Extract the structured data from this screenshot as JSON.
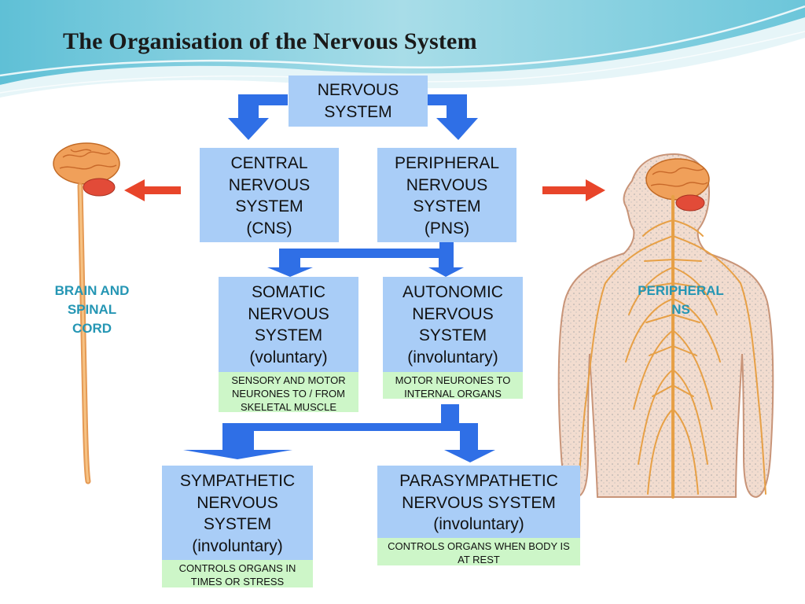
{
  "title": "The Organisation of the Nervous System",
  "boxes": {
    "nervous_system": [
      "NERVOUS",
      "SYSTEM"
    ],
    "cns": [
      "CENTRAL",
      "NERVOUS",
      "SYSTEM",
      "(CNS)"
    ],
    "pns": [
      "PERIPHERAL",
      "NERVOUS",
      "SYSTEM",
      "(PNS)"
    ],
    "somatic": [
      "SOMATIC",
      "NERVOUS",
      "SYSTEM",
      "(voluntary)"
    ],
    "autonomic": [
      "AUTONOMIC",
      "NERVOUS",
      "SYSTEM",
      "(involuntary)"
    ],
    "sympathetic": [
      "SYMPATHETIC",
      "NERVOUS",
      "SYSTEM",
      "(involuntary)"
    ],
    "parasympathetic": [
      "PARASYMPATHETIC",
      "NERVOUS SYSTEM",
      "(involuntary)"
    ]
  },
  "notes": {
    "somatic": [
      "SENSORY AND MOTOR",
      "NEURONES TO / FROM",
      "SKELETAL MUSCLE"
    ],
    "autonomic": [
      "MOTOR NEURONES TO",
      "INTERNAL ORGANS"
    ],
    "sympathetic": [
      "CONTROLS ORGANS IN",
      "TIMES OR STRESS"
    ],
    "parasympathetic": [
      "CONTROLS ORGANS WHEN BODY IS",
      "AT REST"
    ]
  },
  "side_labels": {
    "left": [
      "BRAIN AND",
      "SPINAL",
      "CORD"
    ],
    "right": [
      "PERIPHERAL",
      "NS"
    ]
  },
  "colors": {
    "box_fill": "#a9cdf7",
    "note_fill": "#cdf6c8",
    "connector_blue": "#2f6fe6",
    "pointer_red": "#e8452a",
    "label_teal": "#2596b4"
  },
  "icons": {
    "brain_spinal_cord": "brain-spinal-cord-illustration",
    "body_nerves": "human-body-nerves-illustration"
  }
}
